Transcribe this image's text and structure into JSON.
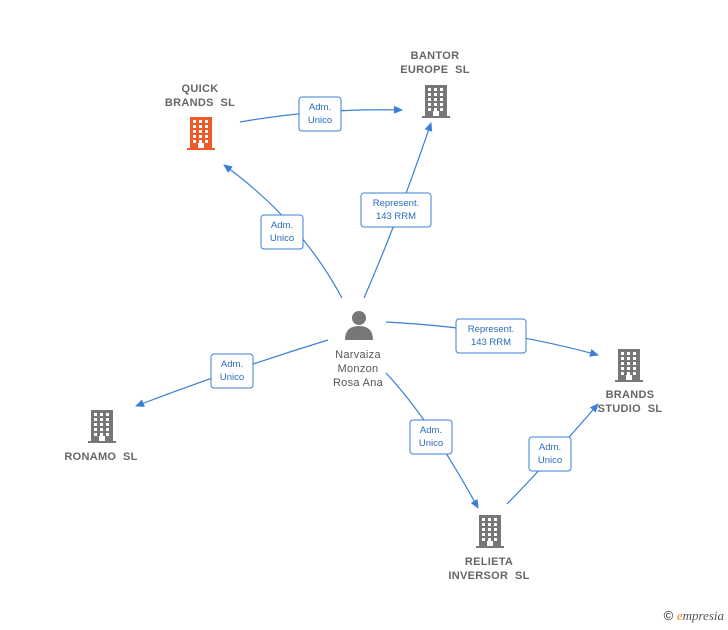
{
  "nodes": [
    {
      "id": "quick",
      "type": "company",
      "color": "#f05a28",
      "lines": [
        "QUICK",
        "BRANDS  SL"
      ]
    },
    {
      "id": "bantor",
      "type": "company",
      "color": "#777777",
      "lines": [
        "BANTOR",
        "EUROPE  SL"
      ]
    },
    {
      "id": "person",
      "type": "person",
      "color": "#777777",
      "lines": [
        "Narvaiza",
        "Monzon",
        "Rosa Ana"
      ]
    },
    {
      "id": "brands",
      "type": "company",
      "color": "#777777",
      "lines": [
        "BRANDS",
        "STUDIO  SL"
      ]
    },
    {
      "id": "ronamo",
      "type": "company",
      "color": "#777777",
      "lines": [
        "RONAMO  SL"
      ]
    },
    {
      "id": "relieta",
      "type": "company",
      "color": "#777777",
      "lines": [
        "RELIETA",
        "INVERSOR  SL"
      ]
    }
  ],
  "edges": [
    {
      "id": "e1",
      "from": "quick",
      "to": "bantor",
      "label": [
        "Adm.",
        "Unico"
      ]
    },
    {
      "id": "e2",
      "from": "person",
      "to": "quick",
      "label": [
        "Adm.",
        "Unico"
      ]
    },
    {
      "id": "e3",
      "from": "person",
      "to": "bantor",
      "label": [
        "Represent.",
        "143 RRM"
      ]
    },
    {
      "id": "e4",
      "from": "person",
      "to": "brands",
      "label": [
        "Represent.",
        "143 RRM"
      ]
    },
    {
      "id": "e5",
      "from": "person",
      "to": "ronamo",
      "label": [
        "Adm.",
        "Unico"
      ]
    },
    {
      "id": "e6",
      "from": "person",
      "to": "relieta",
      "label": [
        "Adm.",
        "Unico"
      ]
    },
    {
      "id": "e7",
      "from": "relieta",
      "to": "brands",
      "label": [
        "Adm.",
        "Unico"
      ]
    }
  ],
  "watermark": {
    "symbol": "©",
    "brand_initial": "e",
    "brand_rest": "mpresia"
  },
  "colors": {
    "edge": "#3a7fd5",
    "highlight": "#f05a28",
    "company": "#777777"
  }
}
